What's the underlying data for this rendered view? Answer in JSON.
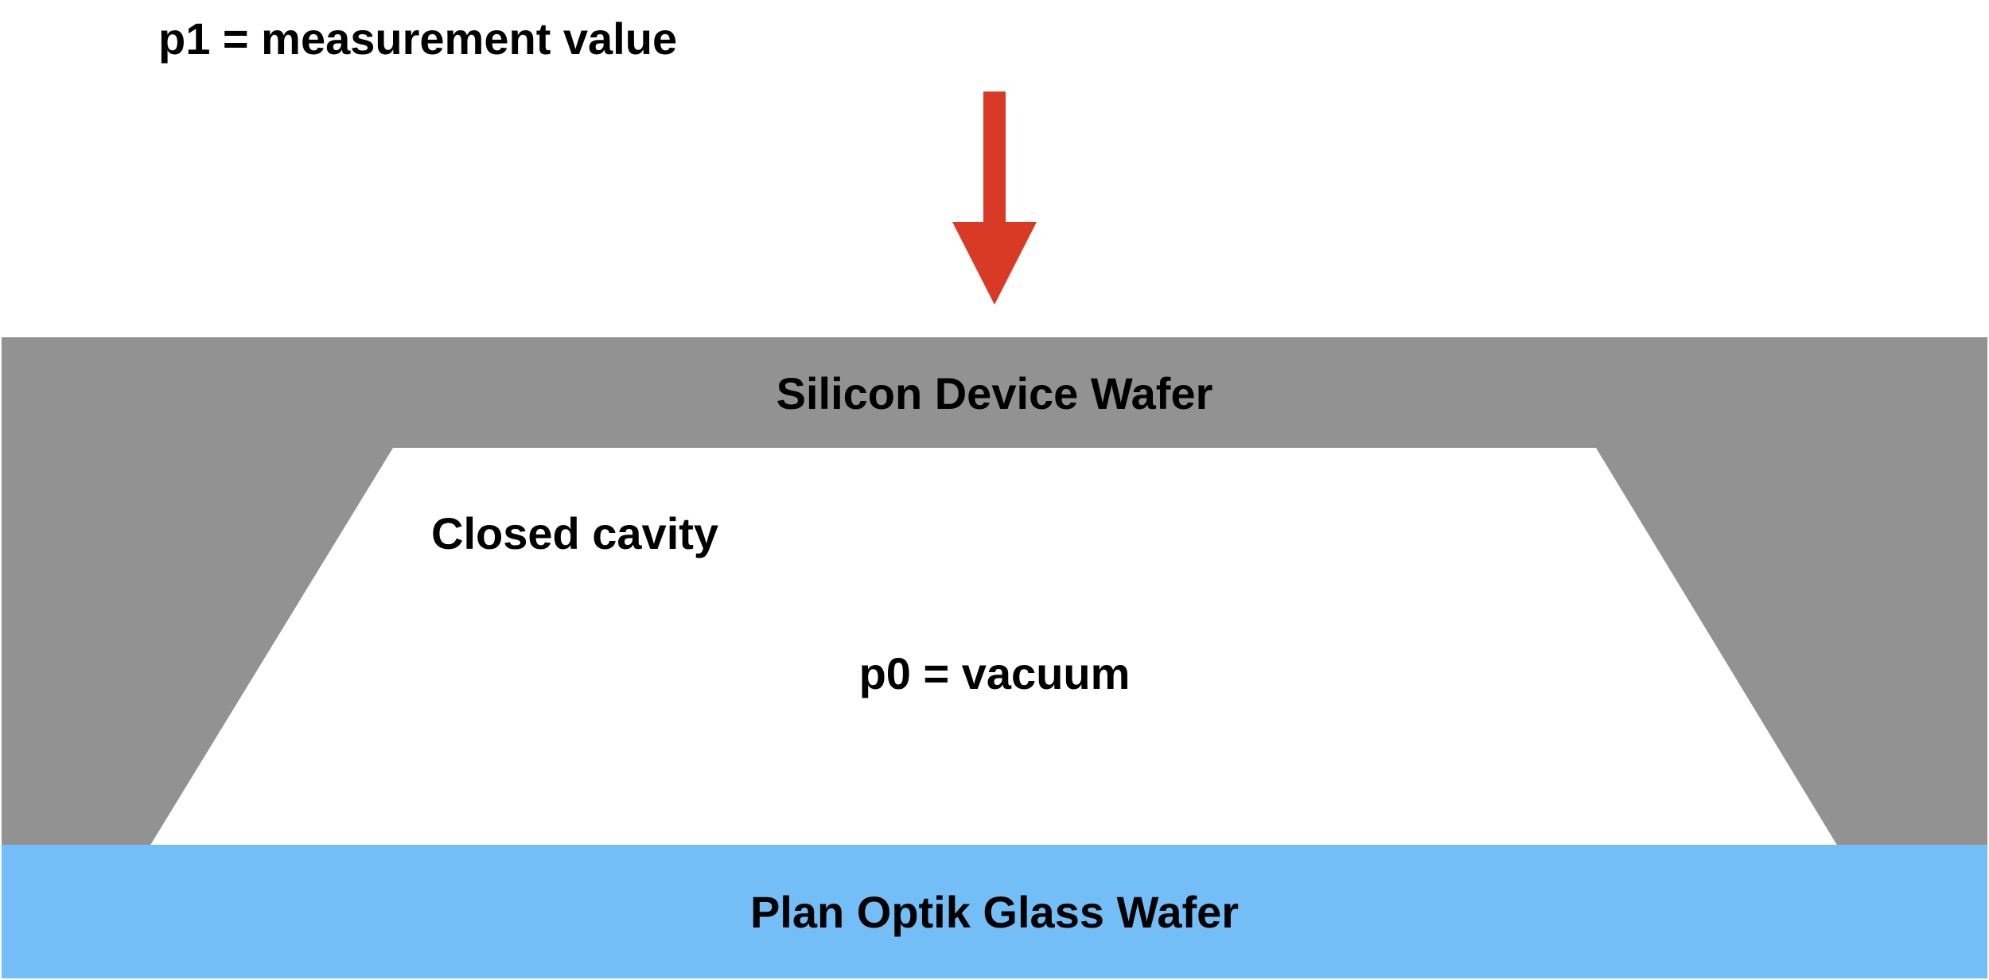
{
  "labels": {
    "pressure_outside": "p1 = measurement value",
    "device_wafer": "Silicon Device Wafer",
    "cavity": "Closed cavity",
    "pressure_inside": "p0 = vacuum",
    "glass_wafer": "Plan Optik Glass Wafer"
  },
  "colors": {
    "arrow": "#D93A26",
    "silicon": "#929292",
    "glass": "#73BEF7",
    "cavity": "#FFFFFF"
  }
}
